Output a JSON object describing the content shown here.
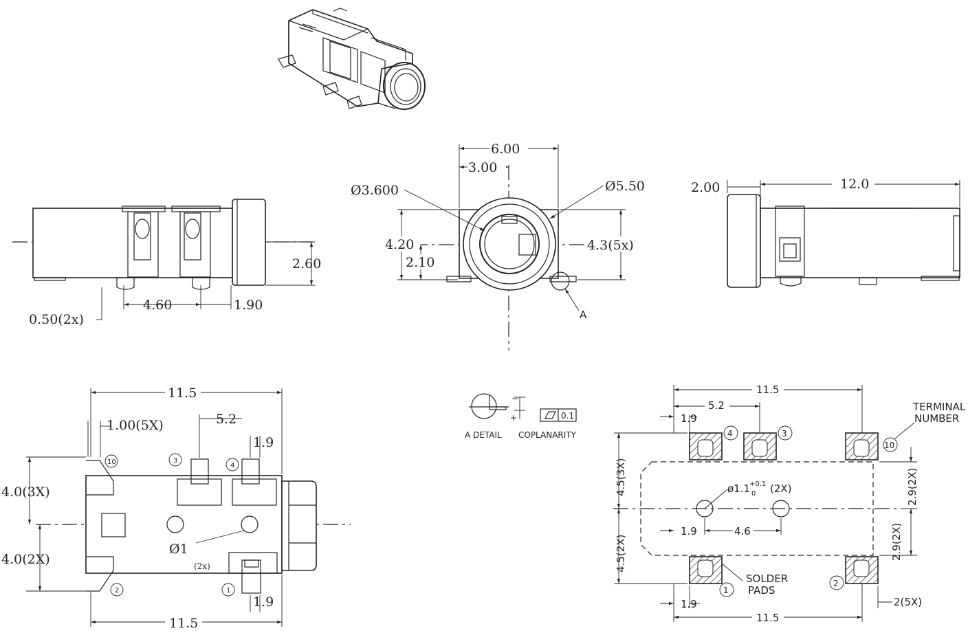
{
  "front_view": {
    "dim_width": "6.00",
    "dim_half_width": "3.00",
    "dim_inner_dia": "Ø3.600",
    "dim_outer_dia": "Ø5.50",
    "dim_height": "4.20",
    "dim_half_height": "2.10",
    "dim_pin": "4.3(5x)",
    "detail_ref": "A"
  },
  "side_view_left": {
    "dim_height": "2.60",
    "dim_pin_pitch": "4.60",
    "dim_offset": "1.90",
    "dim_pin_width": "0.50(2x)"
  },
  "side_view_right": {
    "dim_depth": "12.0",
    "dim_flange": "2.00"
  },
  "top_view": {
    "dim_len_top": "11.5",
    "dim_len_bottom": "11.5",
    "dim_pin_width": "1.00(5X)",
    "dim_pitch": "5.2",
    "dim_pad_top": "1.9",
    "dim_pad_bottom": "1.9",
    "dim_upper": "4.0(3X)",
    "dim_lower": "4.0(2X)",
    "hole_dia": "Ø1",
    "hole_count": "(2x)",
    "terminals": [
      "10",
      "3",
      "4",
      "2",
      "1"
    ]
  },
  "detail": {
    "label_detail": "A DETAIL",
    "label_coplanarity": "COPLANARITY",
    "tolerance": "0.1",
    "minus": "−",
    "plus": "+"
  },
  "footprint": {
    "dim_total_top": "11.5",
    "dim_total_bottom": "11.5",
    "dim_pitch": "5.2",
    "dim_pad_w_top": "1.9",
    "dim_pad_w_mid": "1.9",
    "dim_pad_w_bottom": "1.9",
    "dim_hole_pitch": "4.6",
    "hole_label": "ø1.1",
    "hole_tol_upper": "+0.1",
    "hole_tol_lower": "0",
    "hole_count": "(2X)",
    "dim_upper_span": "4.5(3X)",
    "dim_lower_span": "4.5(2X)",
    "dim_right_upper": "2.9(2X)",
    "dim_right_lower": "2.9(2X)",
    "dim_pad_len": "2(5X)",
    "terminal_label_1": "TERMINAL",
    "terminal_label_2": "NUMBER",
    "solder_label_1": "SOLDER",
    "solder_label_2": "PADS",
    "terminals": [
      "4",
      "3",
      "10",
      "1",
      "2"
    ]
  }
}
